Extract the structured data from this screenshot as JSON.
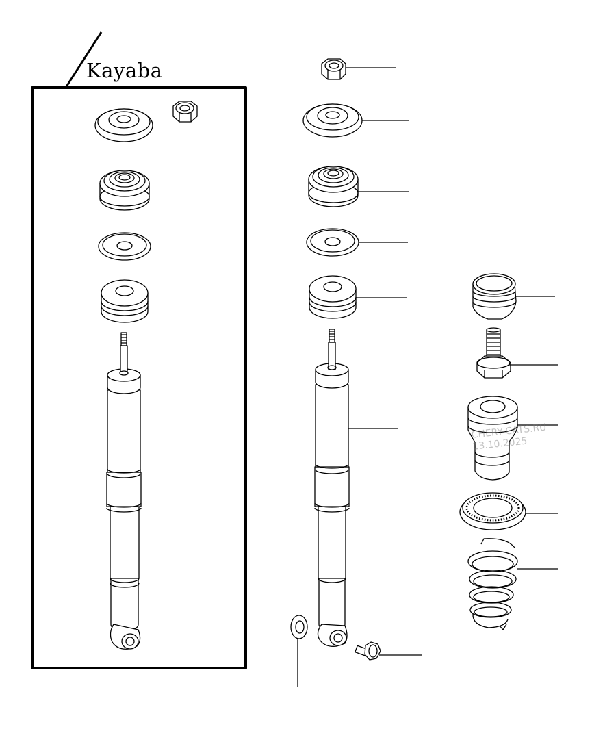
{
  "brand": {
    "label": "Kayaba"
  },
  "watermark": {
    "line1": "CHERY-CATS.RU",
    "line2": "13.10.2025"
  },
  "colors": {
    "ink": "#000000",
    "paper": "#ffffff",
    "watermark": "#9a9a9a"
  },
  "parts": {
    "kit": [
      "nut",
      "upper-washer",
      "upper-bushing",
      "lower-washer",
      "lower-bushing",
      "shock-absorber"
    ],
    "main": [
      "nut",
      "upper-washer",
      "upper-bushing",
      "lower-washer",
      "lower-bushing",
      "shock-absorber",
      "washer",
      "bolt"
    ],
    "side": [
      "bump-stop-cap",
      "bolt",
      "bump-stop",
      "spring-seat",
      "coil-spring"
    ]
  }
}
